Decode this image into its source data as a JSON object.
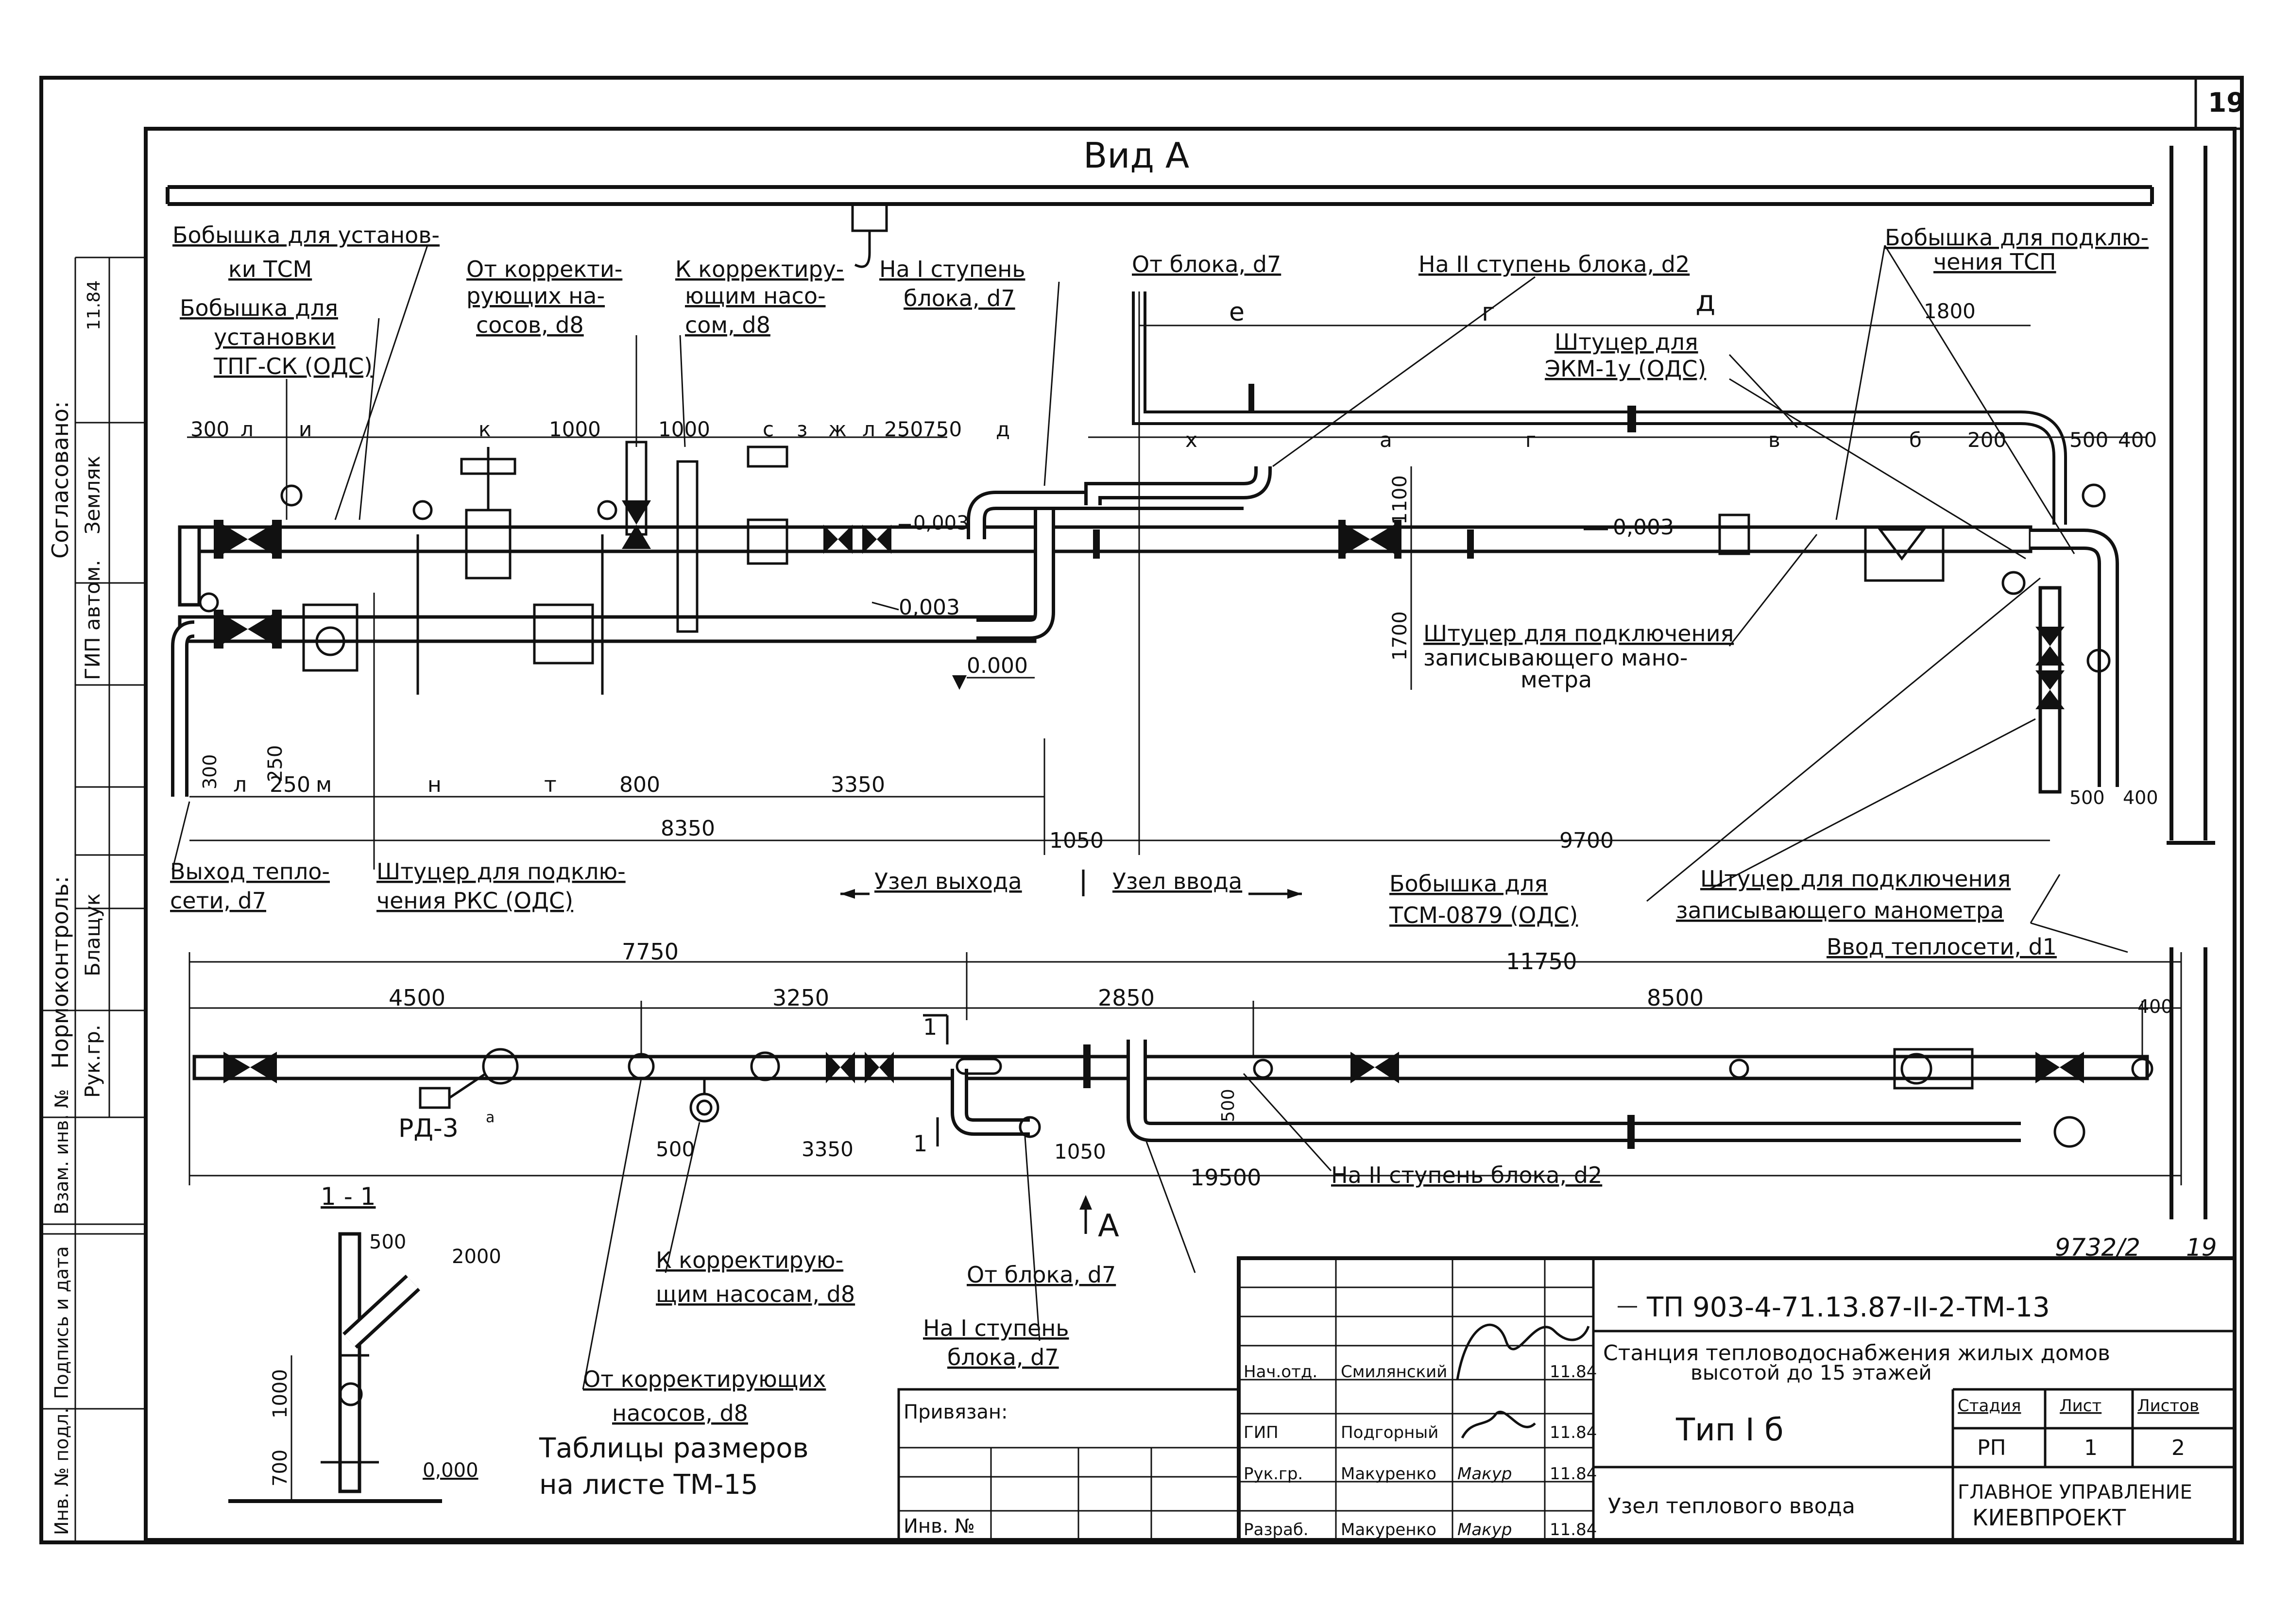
{
  "sheet": {
    "number": "19",
    "doc_code": "9732/2",
    "doc_sheet": "19"
  },
  "view_a": {
    "title": "Вид А",
    "dims_top": [
      "300",
      "л",
      "и",
      "к",
      "1000",
      "1000",
      "с",
      "з",
      "ж",
      "л",
      "250",
      "750",
      "д",
      "х",
      "а",
      "г",
      "в",
      "б",
      "200",
      "500",
      "400"
    ],
    "dims_upper": [
      "е",
      "г",
      "д",
      "1800"
    ],
    "dims_bottom": [
      "300",
      "л",
      "250",
      "м",
      "н",
      "т",
      "800",
      "3350"
    ],
    "dim_vertical": [
      "1100",
      "1700",
      "250"
    ],
    "total_left": "8350",
    "total_mid": "1050",
    "total_right": "9700",
    "right_bottom": [
      "500",
      "400"
    ],
    "slope_1": "0,003",
    "slope_2": "0,003",
    "slope_3": "0,003",
    "level": "0.000",
    "node_out": "Узел выхода",
    "node_in": "Узел ввода",
    "labels": {
      "boss_tsm_1": "Бобышка для установ-",
      "boss_tsm_2": "ки ТСМ",
      "boss_tpg_1": "Бобышка для",
      "boss_tpg_2": "установки",
      "boss_tpg_3": "ТПГ-СК (ОДС)",
      "from_corr_1": "От корректи-",
      "from_corr_2": "рующих на-",
      "from_corr_3": "сосов, d8",
      "to_corr_1": "К корректиру-",
      "to_corr_2": "ющим насо-",
      "to_corr_3": "сом, d8",
      "stage1_1": "На I ступень",
      "stage1_2": "блока, d7",
      "from_block": "От блока, d7",
      "stage2": "На II ступень блока, d2",
      "boss_tsp_1": "Бобышка для подклю-",
      "boss_tsp_2": "чения ТСП",
      "fitting_ekm_1": "Штуцер для",
      "fitting_ekm_2": "ЭКМ-1у (ОДС)",
      "fitting_man_1": "Штуцер для подключения",
      "fitting_man_2": "записывающего мано-",
      "fitting_man_3": "метра",
      "exit_1": "Выход тепло-",
      "exit_2": "сети, d7",
      "fitting_rks_1": "Штуцер для подклю-",
      "fitting_rks_2": "чения РКС (ОДС)",
      "boss_tsm0879_1": "Бобышка для",
      "boss_tsm0879_2": "ТСМ-0879 (ОДС)",
      "fitting_rec_1": "Штуцер для подключения",
      "fitting_rec_2": "записывающего манометра",
      "input": "Ввод теплосети, d1"
    }
  },
  "plan": {
    "dims_top": [
      "7750",
      "11750"
    ],
    "dims_second": [
      "4500",
      "3250",
      "2850",
      "8500",
      "400"
    ],
    "dims_low": [
      "500",
      "3350",
      "1050",
      "500"
    ],
    "total": "19500",
    "rd": "РД-3",
    "rd_sup": "а",
    "section_mark": "1",
    "arrow_label": "А",
    "stage2": "На II ступень блока, d2",
    "from_block": "От блока, d7",
    "to_pumps_1": "К корректирую-",
    "to_pumps_2": "щим насосам, d8",
    "stage1_1": "На I ступень",
    "stage1_2": "блока, d7",
    "from_pumps_1": "От корректирующих",
    "from_pumps_2": "насосов, d8"
  },
  "section": {
    "title": "1 - 1",
    "dims": [
      "500",
      "2000",
      "1000",
      "700"
    ],
    "level": "0,000",
    "note_1": "Таблицы размеров",
    "note_2": "на листе   ТМ-15"
  },
  "title_block": {
    "code": "ТП 903-4-71.13.87-II-2-ТМ-13",
    "name_1": "Станция тепловодоснабжения жилых домов",
    "name_2": "высотой до   15 этажей",
    "type": "Тип I б",
    "stage_h": "Стадия",
    "sheet_h": "Лист",
    "sheets_h": "Листов",
    "stage": "РП",
    "sheet": "1",
    "sheets": "2",
    "org_1": "ГЛАВНОЕ УПРАВЛЕНИЕ",
    "org_2": "КИЕВПРОЕКТ",
    "subject": "Узел теплового ввода",
    "bound": "Привязан:",
    "inv": "Инв. №",
    "rows": [
      {
        "role": "Нач.отд.",
        "name": "Смилянский",
        "date": "11.84"
      },
      {
        "role": "ГИП",
        "name": "Подгорный",
        "date": "11.84"
      },
      {
        "role": "Рук.гр.",
        "name": "Макуренко",
        "sign": "Макур",
        "date": "11.84"
      },
      {
        "role": "Разраб.",
        "name": "Макуренко",
        "sign": "Макур",
        "date": "11.84"
      }
    ]
  },
  "side_stamp": {
    "agreed": "Согласовано:",
    "gip": "ГИП автом.",
    "gip_name": "Земляк",
    "gip_date": "11.84",
    "normcontrol": "Нормоконтроль:",
    "norm_name": "Блащук",
    "rukgr": "Рук.гр.",
    "inv_orig": "Инв. № подл.",
    "sign_date": "Подпись и дата",
    "replace_inv": "Взам. инв. №"
  }
}
